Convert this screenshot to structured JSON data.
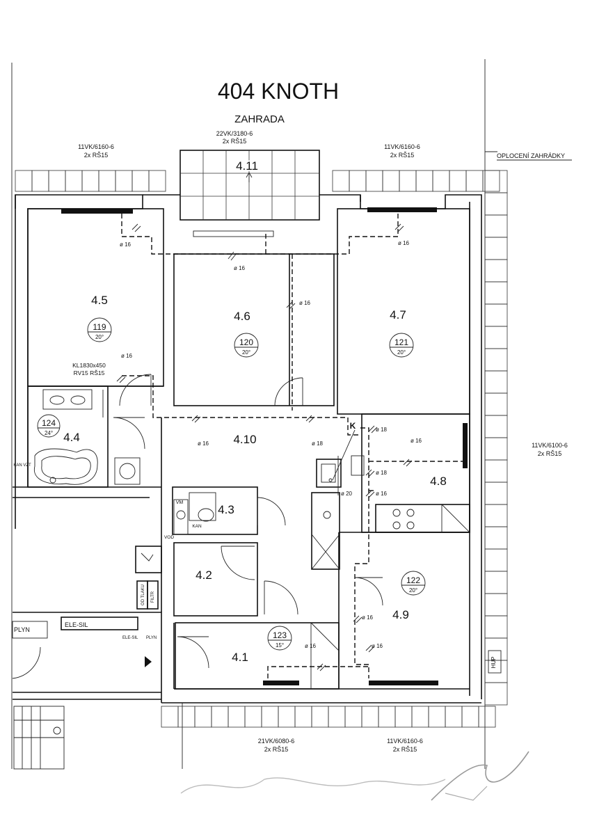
{
  "title": "404 KNOTH",
  "garden_label": "ZAHRADA",
  "fence_label": "OPLOCENÍ ZAHRÁDKY",
  "windows": {
    "top_center": {
      "code": "22VK/3180-6",
      "sub": "2x RŠ15"
    },
    "top_left": {
      "code": "11VK/6160-6",
      "sub": "2x RŠ15"
    },
    "top_right": {
      "code": "11VK/6160-6",
      "sub": "2x RŠ15"
    },
    "right": {
      "code": "11VK/6100-6",
      "sub": "2x RŠ15"
    },
    "bottom_left": {
      "code": "21VK/6080-6",
      "sub": "2x RŠ15"
    },
    "bottom_right": {
      "code": "11VK/6160-6",
      "sub": "2x RŠ15"
    }
  },
  "rooms": [
    {
      "id": "4.1",
      "number": "123",
      "temp": "15°"
    },
    {
      "id": "4.2"
    },
    {
      "id": "4.3"
    },
    {
      "id": "4.4",
      "number": "124",
      "temp": "24°"
    },
    {
      "id": "4.5",
      "number": "119",
      "temp": "20°"
    },
    {
      "id": "4.6",
      "number": "120",
      "temp": "20°"
    },
    {
      "id": "4.7",
      "number": "121",
      "temp": "20°"
    },
    {
      "id": "4.8"
    },
    {
      "id": "4.9",
      "number": "122",
      "temp": "20°"
    },
    {
      "id": "4.10"
    },
    {
      "id": "4.11"
    }
  ],
  "pipes": {
    "d16": "ø 16",
    "d18": "ø 18",
    "d20": "ø 20"
  },
  "radiator_note": {
    "line1": "KL1830x450",
    "line2": "RV15 RŠ15"
  },
  "labels": {
    "k": "K",
    "vm": "VM",
    "kan": "KAN",
    "vod": "VOD",
    "kan_vzt": "KAN VZT",
    "od_tlaku": "OD TLAKU",
    "filtr": "FILTR",
    "plyn": "PLYN",
    "ele_sil": "ELE-SIL",
    "ele_sil_small": "ELE-SIL",
    "plyn_small": "PLYN",
    "hup": "HUP"
  }
}
